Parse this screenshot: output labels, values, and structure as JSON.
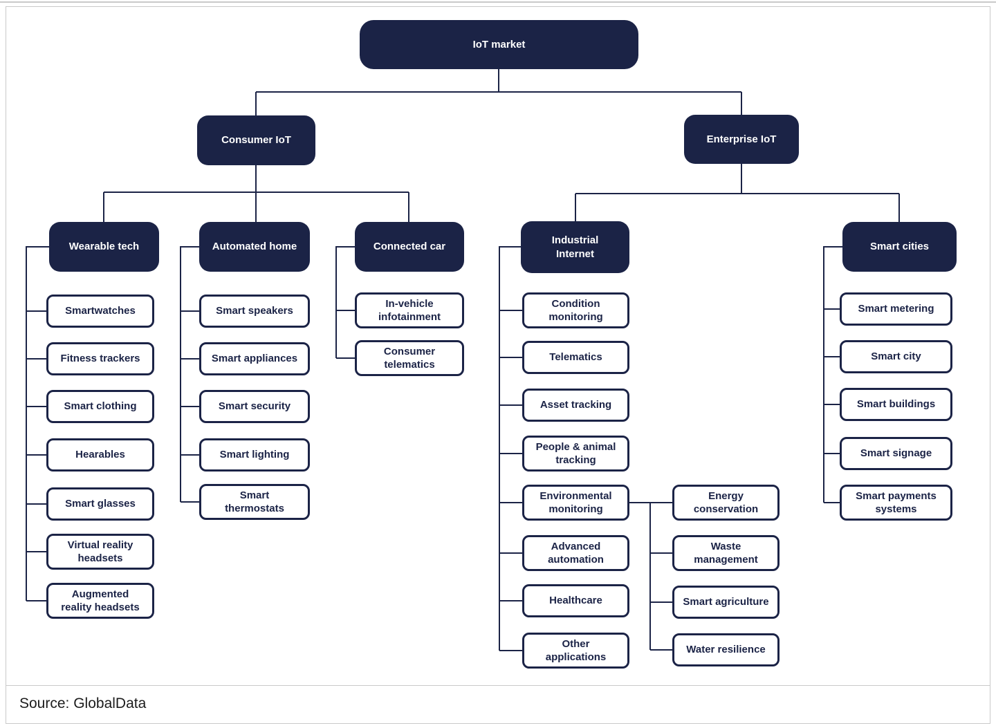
{
  "tree": {
    "root": {
      "label": "IoT market"
    },
    "consumer": {
      "label": "Consumer IoT",
      "wearable": {
        "label": "Wearable tech",
        "leaves": [
          "Smartwatches",
          "Fitness trackers",
          "Smart clothing",
          "Hearables",
          "Smart glasses",
          "Virtual reality\nheadsets",
          "Augmented\nreality headsets"
        ]
      },
      "automated": {
        "label": "Automated home",
        "leaves": [
          "Smart speakers",
          "Smart appliances",
          "Smart security",
          "Smart lighting",
          "Smart\nthermostats"
        ]
      },
      "connected": {
        "label": "Connected car",
        "leaves": [
          "In-vehicle\ninfotainment",
          "Consumer\ntelematics"
        ]
      }
    },
    "enterprise": {
      "label": "Enterprise IoT",
      "industrial": {
        "label": "Industrial\nInternet",
        "leaves": [
          "Condition\nmonitoring",
          "Telematics",
          "Asset tracking",
          "People & animal\ntracking",
          "Environmental\nmonitoring",
          "Advanced\nautomation",
          "Healthcare",
          "Other\napplications"
        ]
      },
      "environmental_sub": {
        "parent": "Environmental monitoring",
        "leaves": [
          "Energy\nconservation",
          "Waste\nmanagement",
          "Smart agriculture",
          "Water resilience"
        ]
      },
      "cities": {
        "label": "Smart cities",
        "leaves": [
          "Smart metering",
          "Smart city",
          "Smart buildings",
          "Smart signage",
          "Smart payments\nsystems"
        ]
      }
    }
  },
  "footer": {
    "source": "Source: GlobalData"
  },
  "colors": {
    "navy": "#1b2346",
    "connector_line": "#1b2346",
    "leaf_background": "#ffffff",
    "text_on_dark": "#ffffff",
    "frame_border": "#c9c9c9",
    "footer_text": "#1c1c1c"
  }
}
